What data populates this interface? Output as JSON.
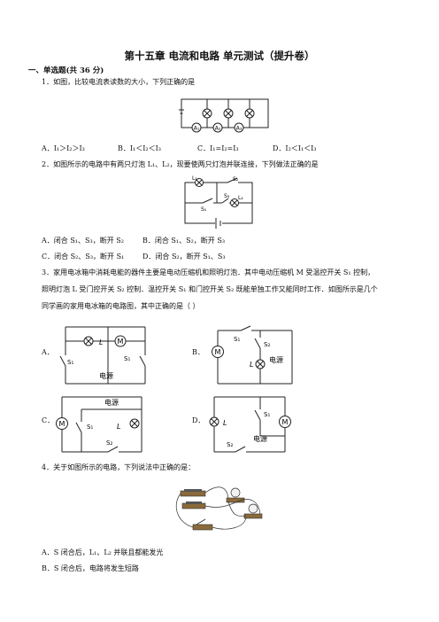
{
  "title": "第十五章  电流和电路  单元测试（提升卷）",
  "section": "一、单选题(共 36 分)",
  "q1": {
    "stem": "1．如图，比较电流表读数的大小，下列正确的是",
    "meters": [
      "A₁",
      "A₂",
      "A₃"
    ],
    "options": [
      "A．I₁＞I₂＞I₃",
      "B．I₁＜I₂＜I₃",
      "C．I₁=I₂=I₃",
      "D．I₂＜I₁＜I₃"
    ]
  },
  "q2": {
    "stem": "2．如图所示的电路中有两只灯泡 L₁、L₂，现要使两只灯泡并联连接，下列做法正确的是",
    "labels": [
      "L₁",
      "S₂",
      "L₂",
      "S₁",
      "S₃"
    ],
    "options": [
      "A．闭合 S₁、S₃，断开 S₂",
      "B．闭合 S₁、S₂，断开 S₃",
      "C．闭合 S₂、S₃，断开 S₁",
      "D．闭合 S₂，断开 S₁、S₃"
    ]
  },
  "q3": {
    "line1": "3．家用电冰箱中消耗电能的器件主要是电动压缩机和照明灯泡．其中电动压缩机 M 受温控开关 S₁ 控制，",
    "line2": "照明灯泡 L 受门控开关 S₂ 控制．温控开关 S₁ 和门控开关 S₂ 既能单独工作又能同时工作．如图所示是几个",
    "line3": "同学画的家用电冰箱的电路图，其中正确的是（    ）",
    "option_letters": [
      "A．",
      "B．",
      "C．",
      "D．"
    ],
    "power_label": "电源",
    "lamp_label": "L",
    "motor_label": "M",
    "switch1_label": "S₁",
    "switch2_label": "S₂"
  },
  "q4": {
    "stem": "4．关于如图所示的电路，下列说法中正确的是：",
    "options": [
      "A．S 闭合后，L₁、L₂ 并联且都能发光",
      "B．S 闭合后，电路将发生短路"
    ]
  }
}
